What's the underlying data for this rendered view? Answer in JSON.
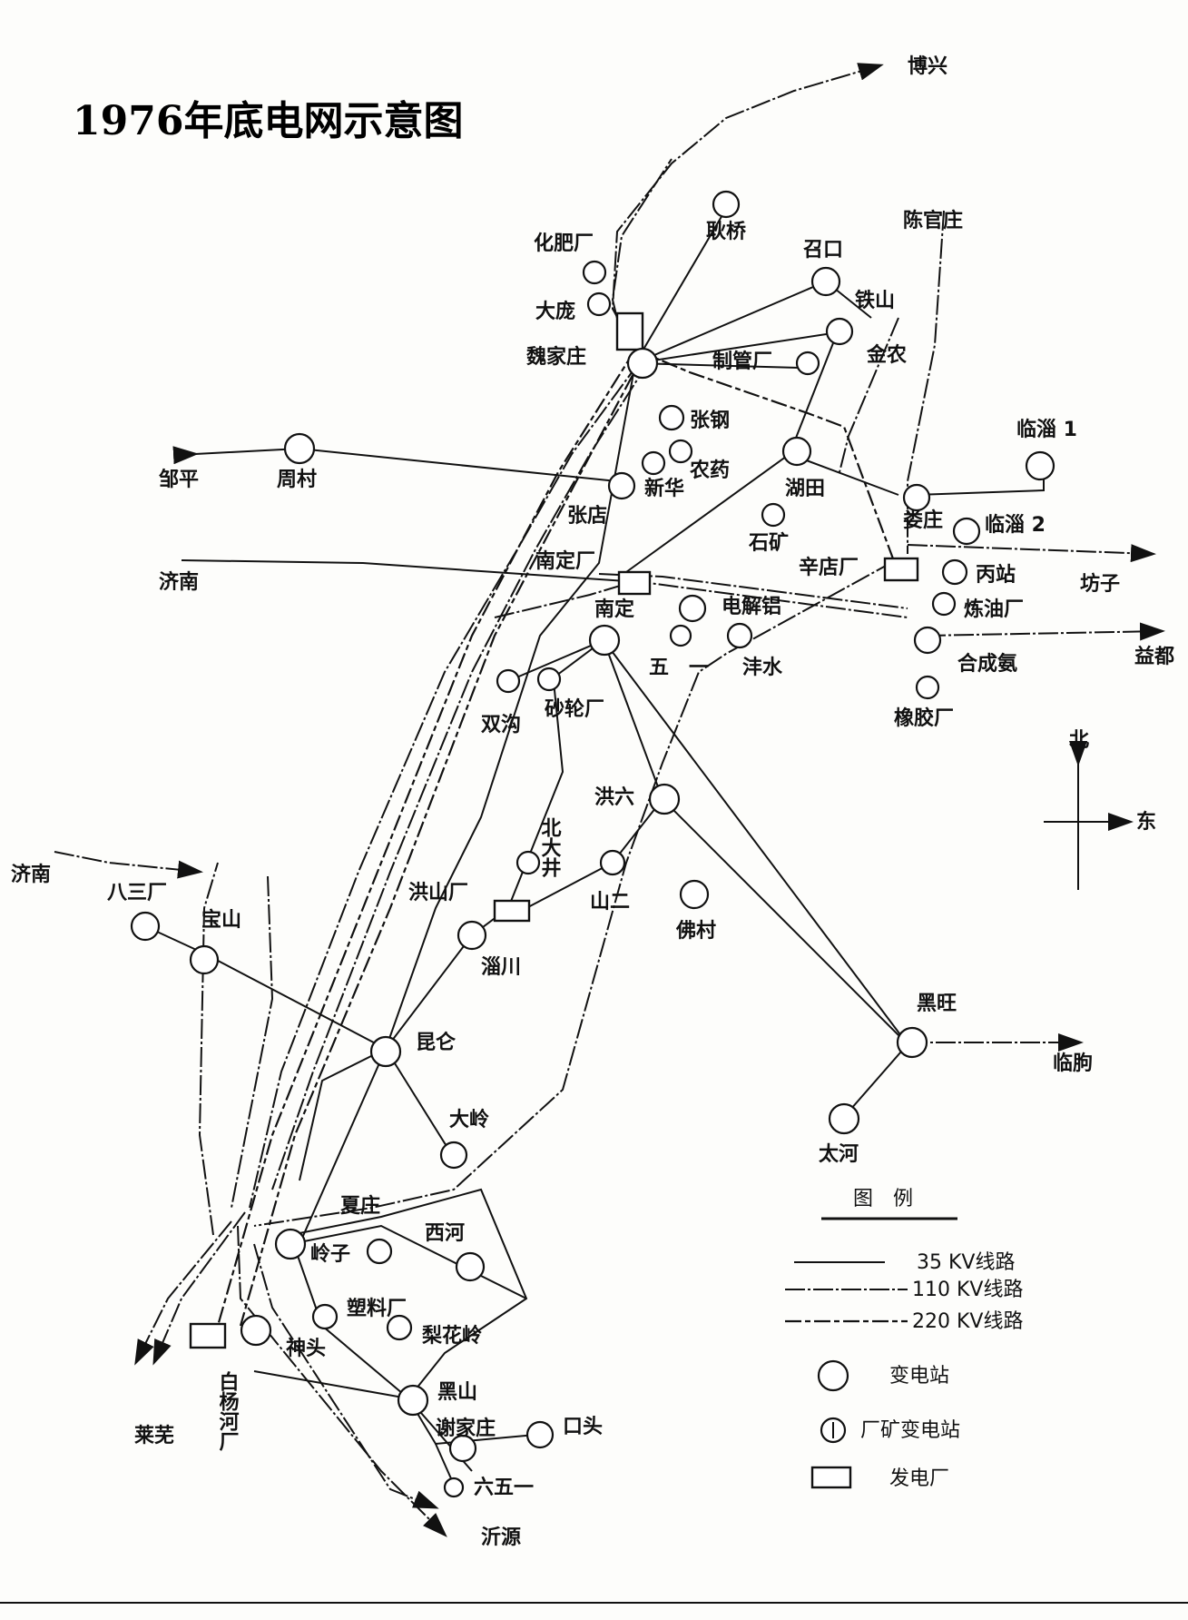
{
  "title": "1976年底电网示意图",
  "legend": {
    "heading": "图　例",
    "line35": "35 KV线路",
    "line110": "110 KV线路",
    "line220": "220 KV线路",
    "substation": "变电站",
    "factory_substation": "厂矿变电站",
    "power_plant": "发电厂"
  },
  "compass": {
    "north": "北",
    "east": "东"
  },
  "labels": {
    "boxing": "博兴",
    "chenguanzhuang": "陈官庄",
    "huafeichang": "化肥厂",
    "gengqiao": "耿桥",
    "shaokou": "召口",
    "tieshan": "铁山",
    "dalu": "大庞",
    "weijiazhuang": "魏家庄",
    "zhiguanchang": "制管厂",
    "jinnong": "金农",
    "linzi1": "临淄 1",
    "zhanggang": "张钢",
    "zouping": "邹平",
    "zhoucun": "周村",
    "xinhua": "新华",
    "nongyao": "农药",
    "hutian": "湖田",
    "zhangdian": "张店",
    "qiaozhuang": "娄庄",
    "linzi2": "临淄 2",
    "shikuang": "石矿",
    "nandingchang": "南定厂",
    "xindianchang": "辛店厂",
    "bingzhan": "丙站",
    "fangzi": "坊子",
    "jinan1": "济南",
    "nanding": "南定",
    "dianjielv": "电解铝",
    "lianyouchang": "炼油厂",
    "wuyi": "五　一",
    "fengshui": "沣水",
    "hechengan": "合成氨",
    "yidu": "益都",
    "shuanggou": "双沟",
    "shalunchang": "砂轮厂",
    "xiangjiaochang": "橡胶厂",
    "hongliu": "洪六",
    "beidajing": "北大井",
    "hongshanchang": "洪山厂",
    "shaner": "山二",
    "focun": "佛村",
    "jinan2": "济南",
    "basanchang": "八三厂",
    "baoshan": "宝山",
    "zichuan": "淄川",
    "heiwang": "黑旺",
    "linqu": "临朐",
    "kunlun": "昆仑",
    "taihe": "太河",
    "daling": "大岭",
    "xiazhuang": "夏庄",
    "lingzi": "岭子",
    "xihe": "西河",
    "suliaochang": "塑料厂",
    "lihualing": "梨花岭",
    "shentou": "神头",
    "heishan": "黑山",
    "xiejiazhuang": "谢家庄",
    "koutou": "口头",
    "liuwuyi": "六五一",
    "laiwu": "莱芜",
    "baiyanghechang": "白杨河厂",
    "yiyuan": "沂源"
  }
}
